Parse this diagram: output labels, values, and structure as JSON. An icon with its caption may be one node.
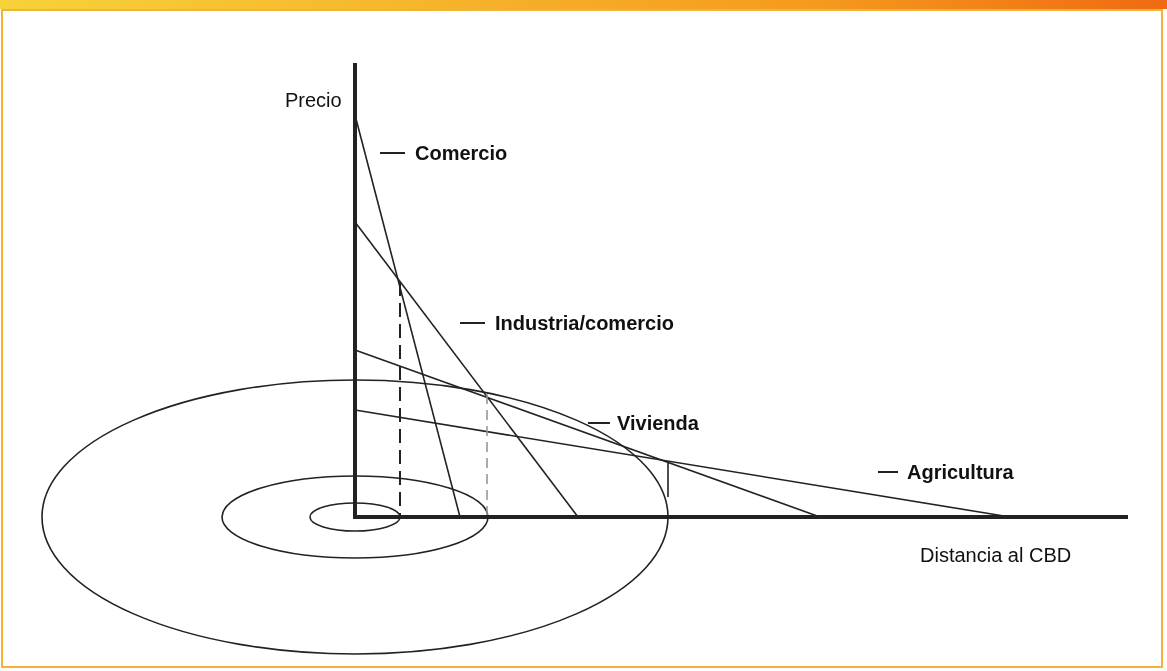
{
  "diagram": {
    "labels": [
      "Precio",
      "Comercio",
      "Industria/comercio",
      "Vivienda",
      "Agricultura",
      "Distancia al CBD"
    ]
  }
}
